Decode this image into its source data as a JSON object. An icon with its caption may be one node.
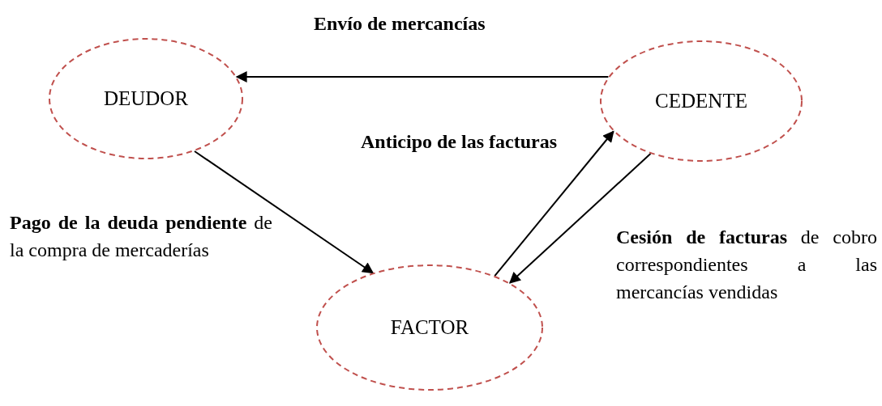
{
  "diagram": {
    "nodes": [
      {
        "text": [
          "DEUDOR"
        ]
      },
      {
        "text": [
          "CEDENTE"
        ]
      },
      {
        "text": [
          "FACTOR"
        ]
      }
    ],
    "edges": [
      {
        "from": 1,
        "to": 0,
        "arrow": "to",
        "label": "Envío de mercancías"
      },
      {
        "from": 0,
        "to": 2,
        "arrow": "to",
        "label": "**Pago de la deuda pendiente** de la compra de mercaderías"
      },
      {
        "from": 2,
        "to": 1,
        "arrow": "to",
        "label": "Anticipo de las facturas"
      },
      {
        "from": 1,
        "to": 2,
        "arrow": "to",
        "label": "**Cesión de facturas** de cobro correspondientes a las mercancías vendidas"
      }
    ]
  }
}
